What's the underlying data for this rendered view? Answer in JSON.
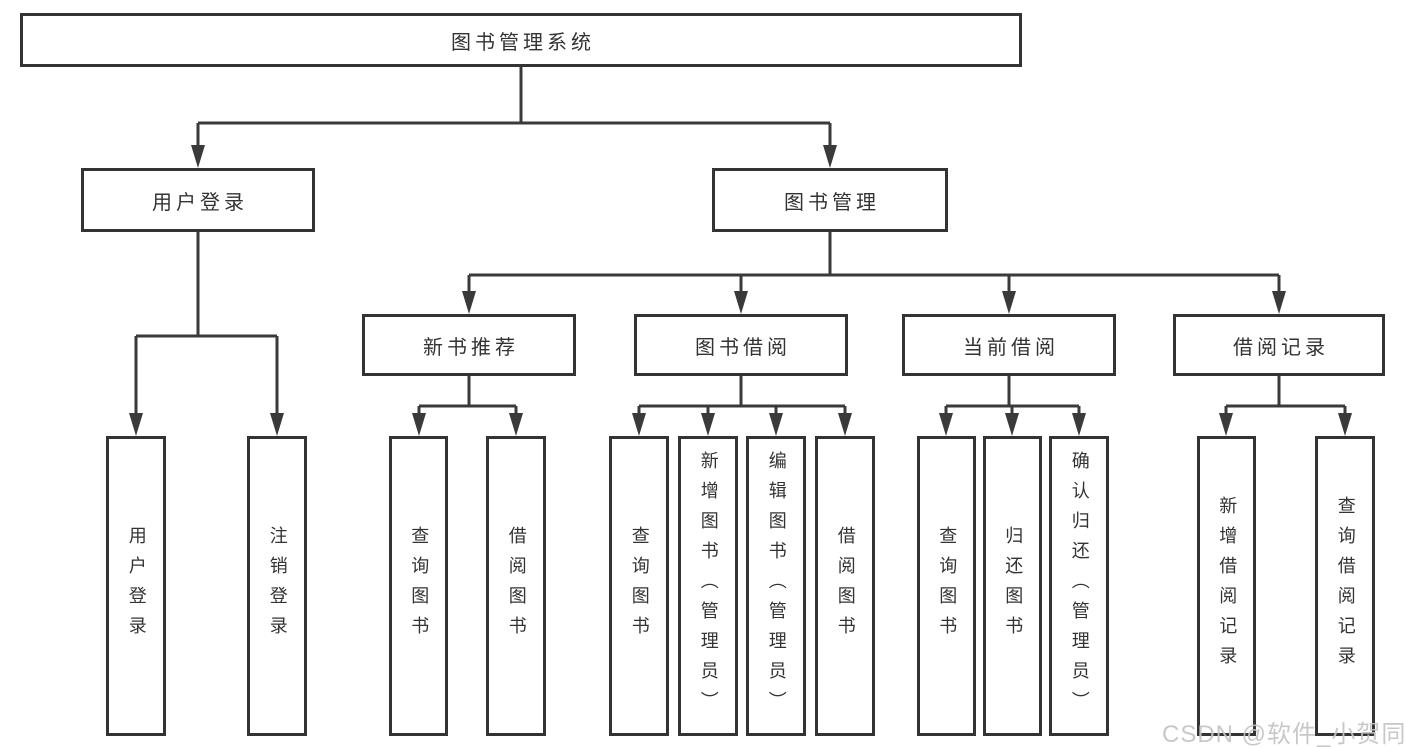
{
  "diagram": {
    "title": "图书管理系统",
    "type": "function-structure-tree"
  },
  "watermark": {
    "text": "CSDN @软件_小贺同学"
  },
  "colors": {
    "line": "#3a3a3a",
    "box_border": "#333333",
    "box_fill": "#ffffff",
    "text": "#333333",
    "watermark": "#c3c3c3"
  },
  "nodes": {
    "root": {
      "label": "图书管理系统"
    },
    "user_login": {
      "label": "用户登录"
    },
    "book_mgmt": {
      "label": "图书管理"
    },
    "new_book_rec": {
      "label": "新书推荐"
    },
    "book_borrow": {
      "label": "图书借阅"
    },
    "current_borrow": {
      "label": "当前借阅"
    },
    "borrow_records": {
      "label": "借阅记录"
    },
    "leaf_user_login": {
      "label": "用户登录"
    },
    "leaf_logout": {
      "label": "注销登录"
    },
    "leaf_query_book_1": {
      "label": "查询图书"
    },
    "leaf_borrow_book_1": {
      "label": "借阅图书"
    },
    "leaf_query_book_2": {
      "label": "查询图书"
    },
    "leaf_add_book": {
      "label": "新增图书（管理员）"
    },
    "leaf_edit_book": {
      "label": "编辑图书（管理员）"
    },
    "leaf_borrow_book_2": {
      "label": "借阅图书"
    },
    "leaf_query_book_3": {
      "label": "查询图书"
    },
    "leaf_return_book": {
      "label": "归还图书"
    },
    "leaf_confirm_return": {
      "label": "确认归还（管理员）"
    },
    "leaf_add_borrow_record": {
      "label": "新增借阅记录"
    },
    "leaf_query_borrow_record": {
      "label": "查询借阅记录"
    }
  },
  "hierarchy": {
    "root": "图书管理系统",
    "children": [
      {
        "label": "用户登录",
        "children": [
          "用户登录",
          "注销登录"
        ]
      },
      {
        "label": "图书管理",
        "children": [
          {
            "label": "新书推荐",
            "children": [
              "查询图书",
              "借阅图书"
            ]
          },
          {
            "label": "图书借阅",
            "children": [
              "查询图书",
              "新增图书（管理员）",
              "编辑图书（管理员）",
              "借阅图书"
            ]
          },
          {
            "label": "当前借阅",
            "children": [
              "查询图书",
              "归还图书",
              "确认归还（管理员）"
            ]
          },
          {
            "label": "借阅记录",
            "children": [
              "新增借阅记录",
              "查询借阅记录"
            ]
          }
        ]
      }
    ]
  }
}
